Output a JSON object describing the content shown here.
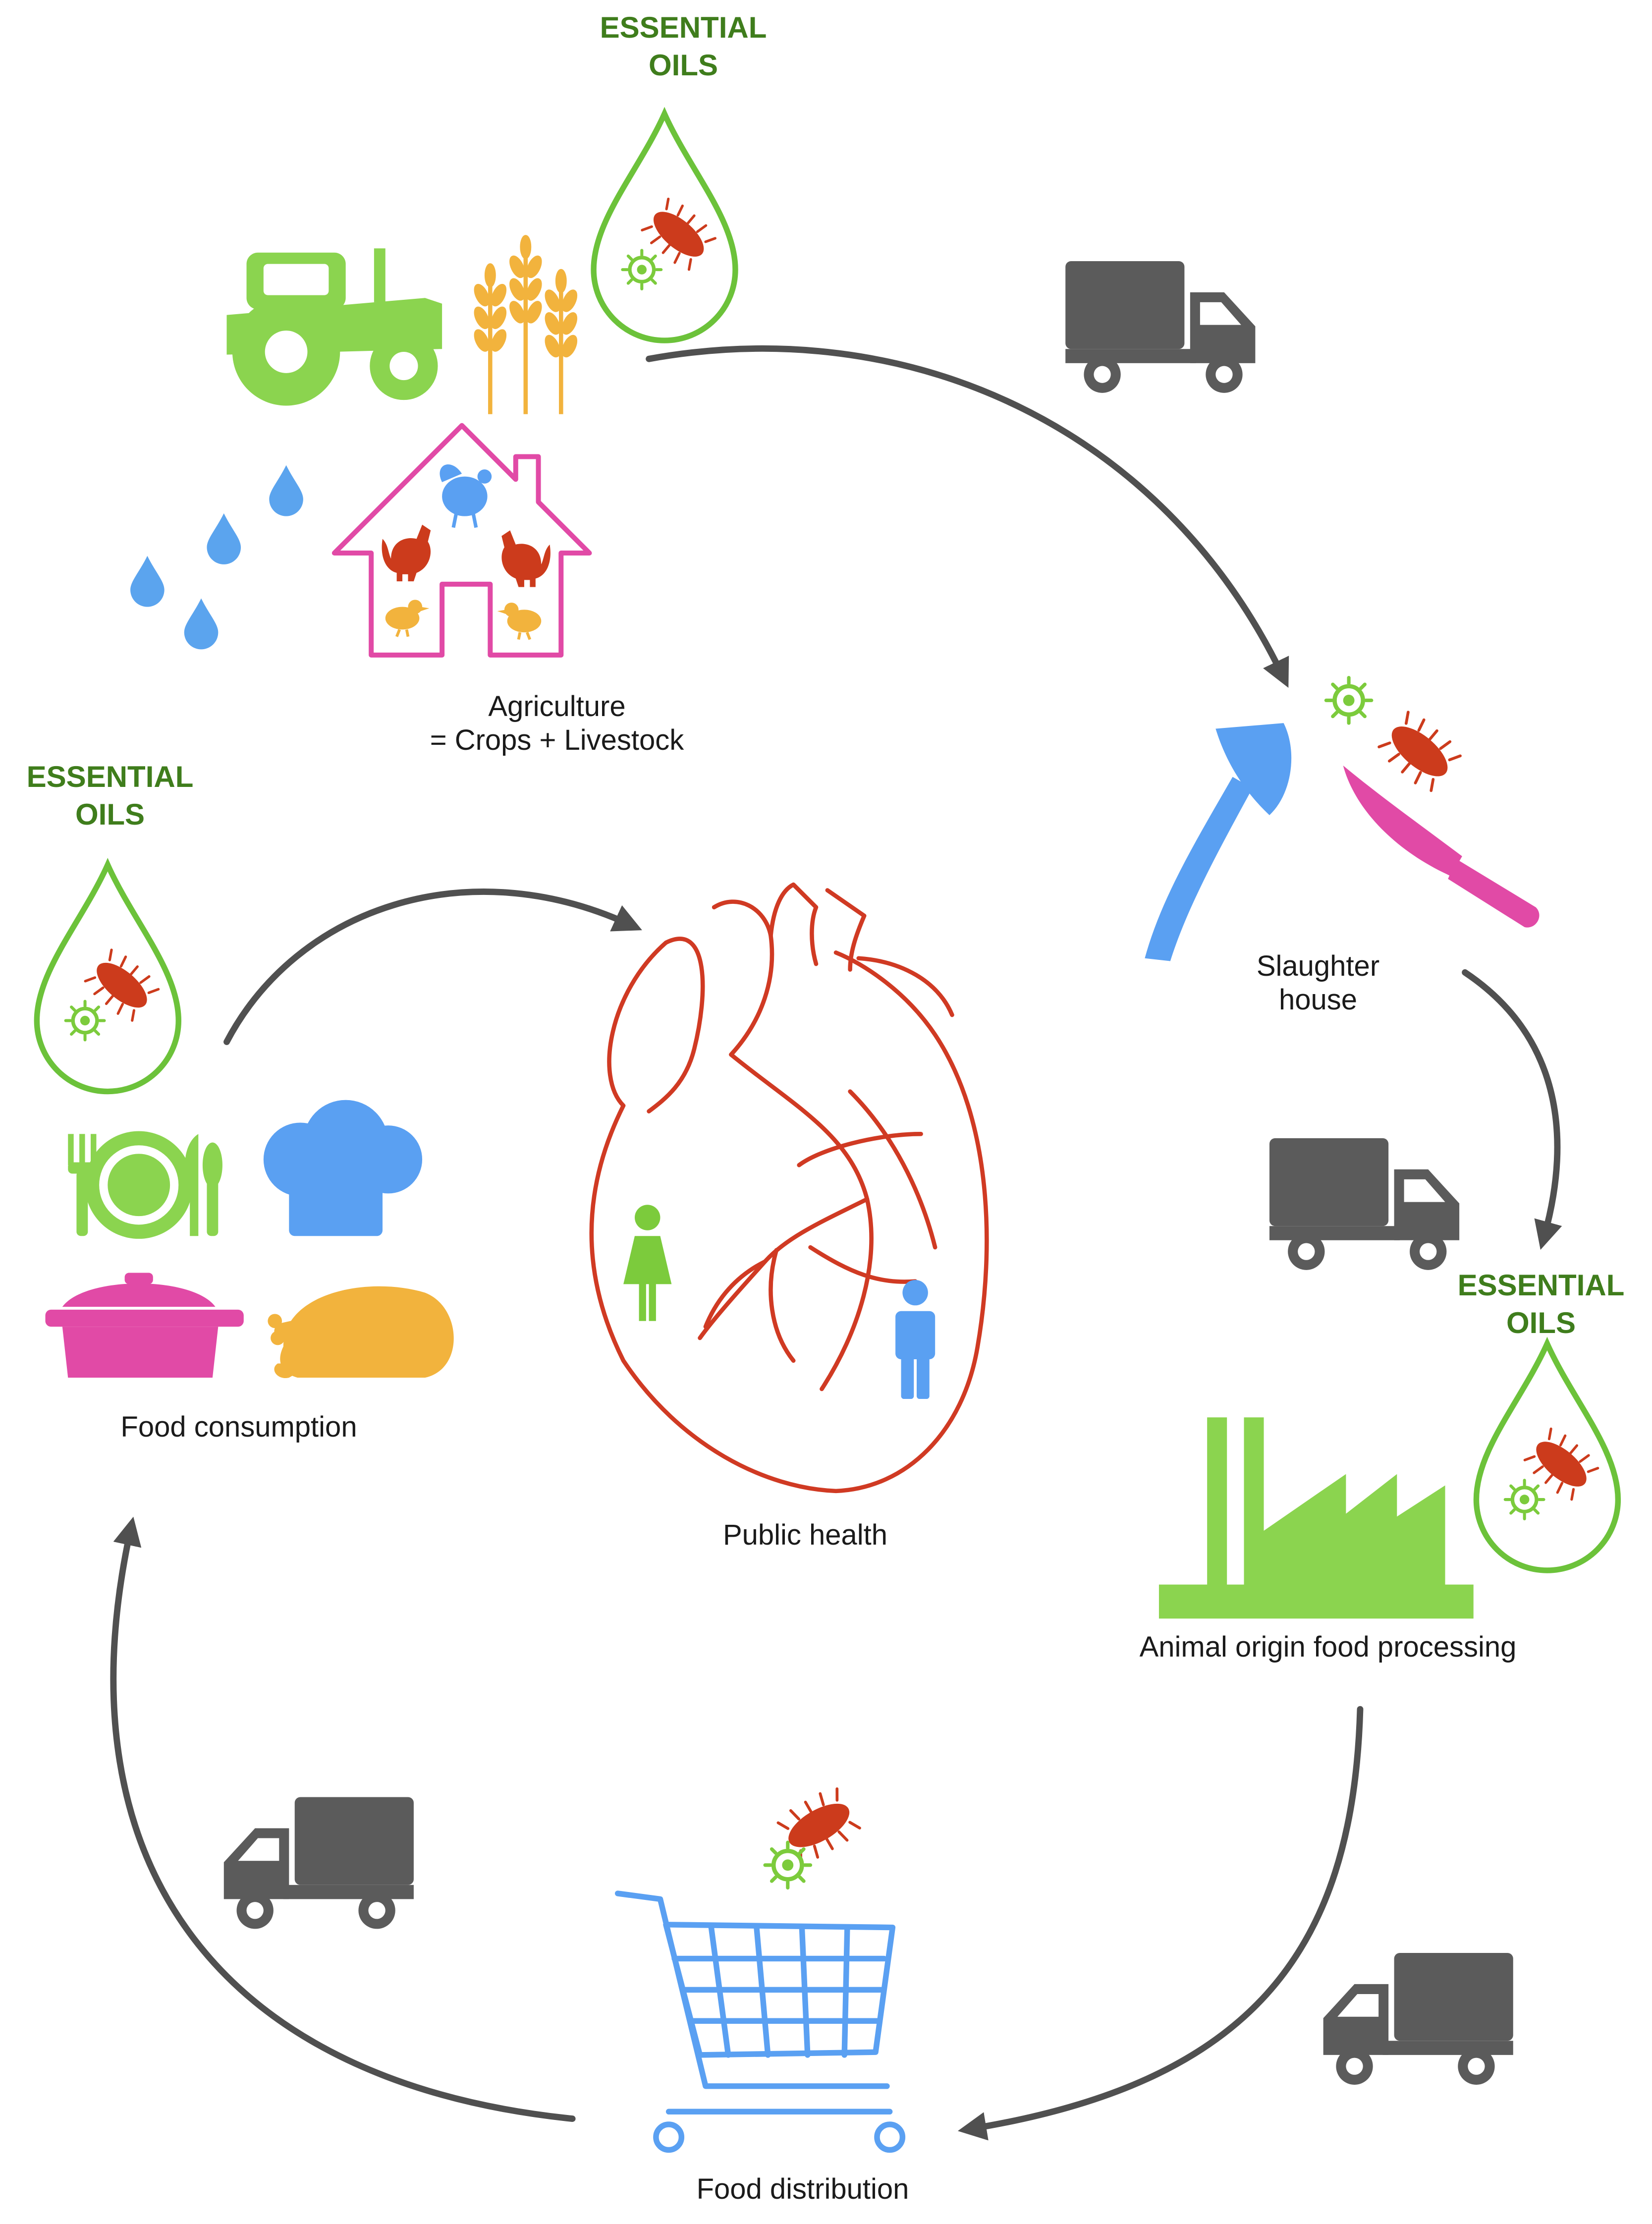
{
  "colors": {
    "arrow": "#505050",
    "truck": "#5b5b5b",
    "green": "#8bd44f",
    "oil_outline": "#6cc23a",
    "essential_oils_text": "#3f7d1c",
    "wheat": "#f2b33d",
    "water": "#5ba4ee",
    "house": "#e14aa6",
    "rooster": "#cc3b1c",
    "bacterium": "#cc3b1c",
    "virus": "#7ccb3c",
    "axe": "#5aa0f2",
    "knife": "#e14aa6",
    "heart": "#d03a23",
    "woman": "#7ccb3c",
    "man": "#5aa0f2",
    "cart": "#5aa0f2",
    "plate": "#8bd44f",
    "chef_hat": "#5aa0f2",
    "pot": "#e14aa6",
    "chicken": "#f2b33d"
  },
  "essential_oils": [
    {
      "line1": "ESSENTIAL",
      "line2": "OILS"
    },
    {
      "line1": "ESSENTIAL",
      "line2": "OILS"
    },
    {
      "line1": "ESSENTIAL",
      "line2": "OILS"
    }
  ],
  "stages": {
    "agriculture": {
      "line1": "Agriculture",
      "line2": "= Crops + Livestock"
    },
    "slaughter": {
      "line1": "Slaughter",
      "line2": "house"
    },
    "processing": {
      "label": "Animal origin food processing"
    },
    "distribution": {
      "label": "Food distribution"
    },
    "consumption": {
      "label": "Food consumption"
    },
    "public_health": {
      "label": "Public health"
    }
  },
  "icons": [
    "tractor-icon",
    "wheat-icon",
    "water-drops-icon",
    "livestock-house-icon",
    "turkey-icon",
    "rooster-icon",
    "chick-icon",
    "truck-icon",
    "oil-drop-icon",
    "bacterium-icon",
    "virus-icon",
    "axe-icon",
    "knife-icon",
    "factory-icon",
    "shopping-cart-icon",
    "plate-cutlery-icon",
    "chef-hat-icon",
    "pot-icon",
    "roast-chicken-icon",
    "heart-icon",
    "woman-icon",
    "man-icon",
    "cycle-arrow"
  ]
}
